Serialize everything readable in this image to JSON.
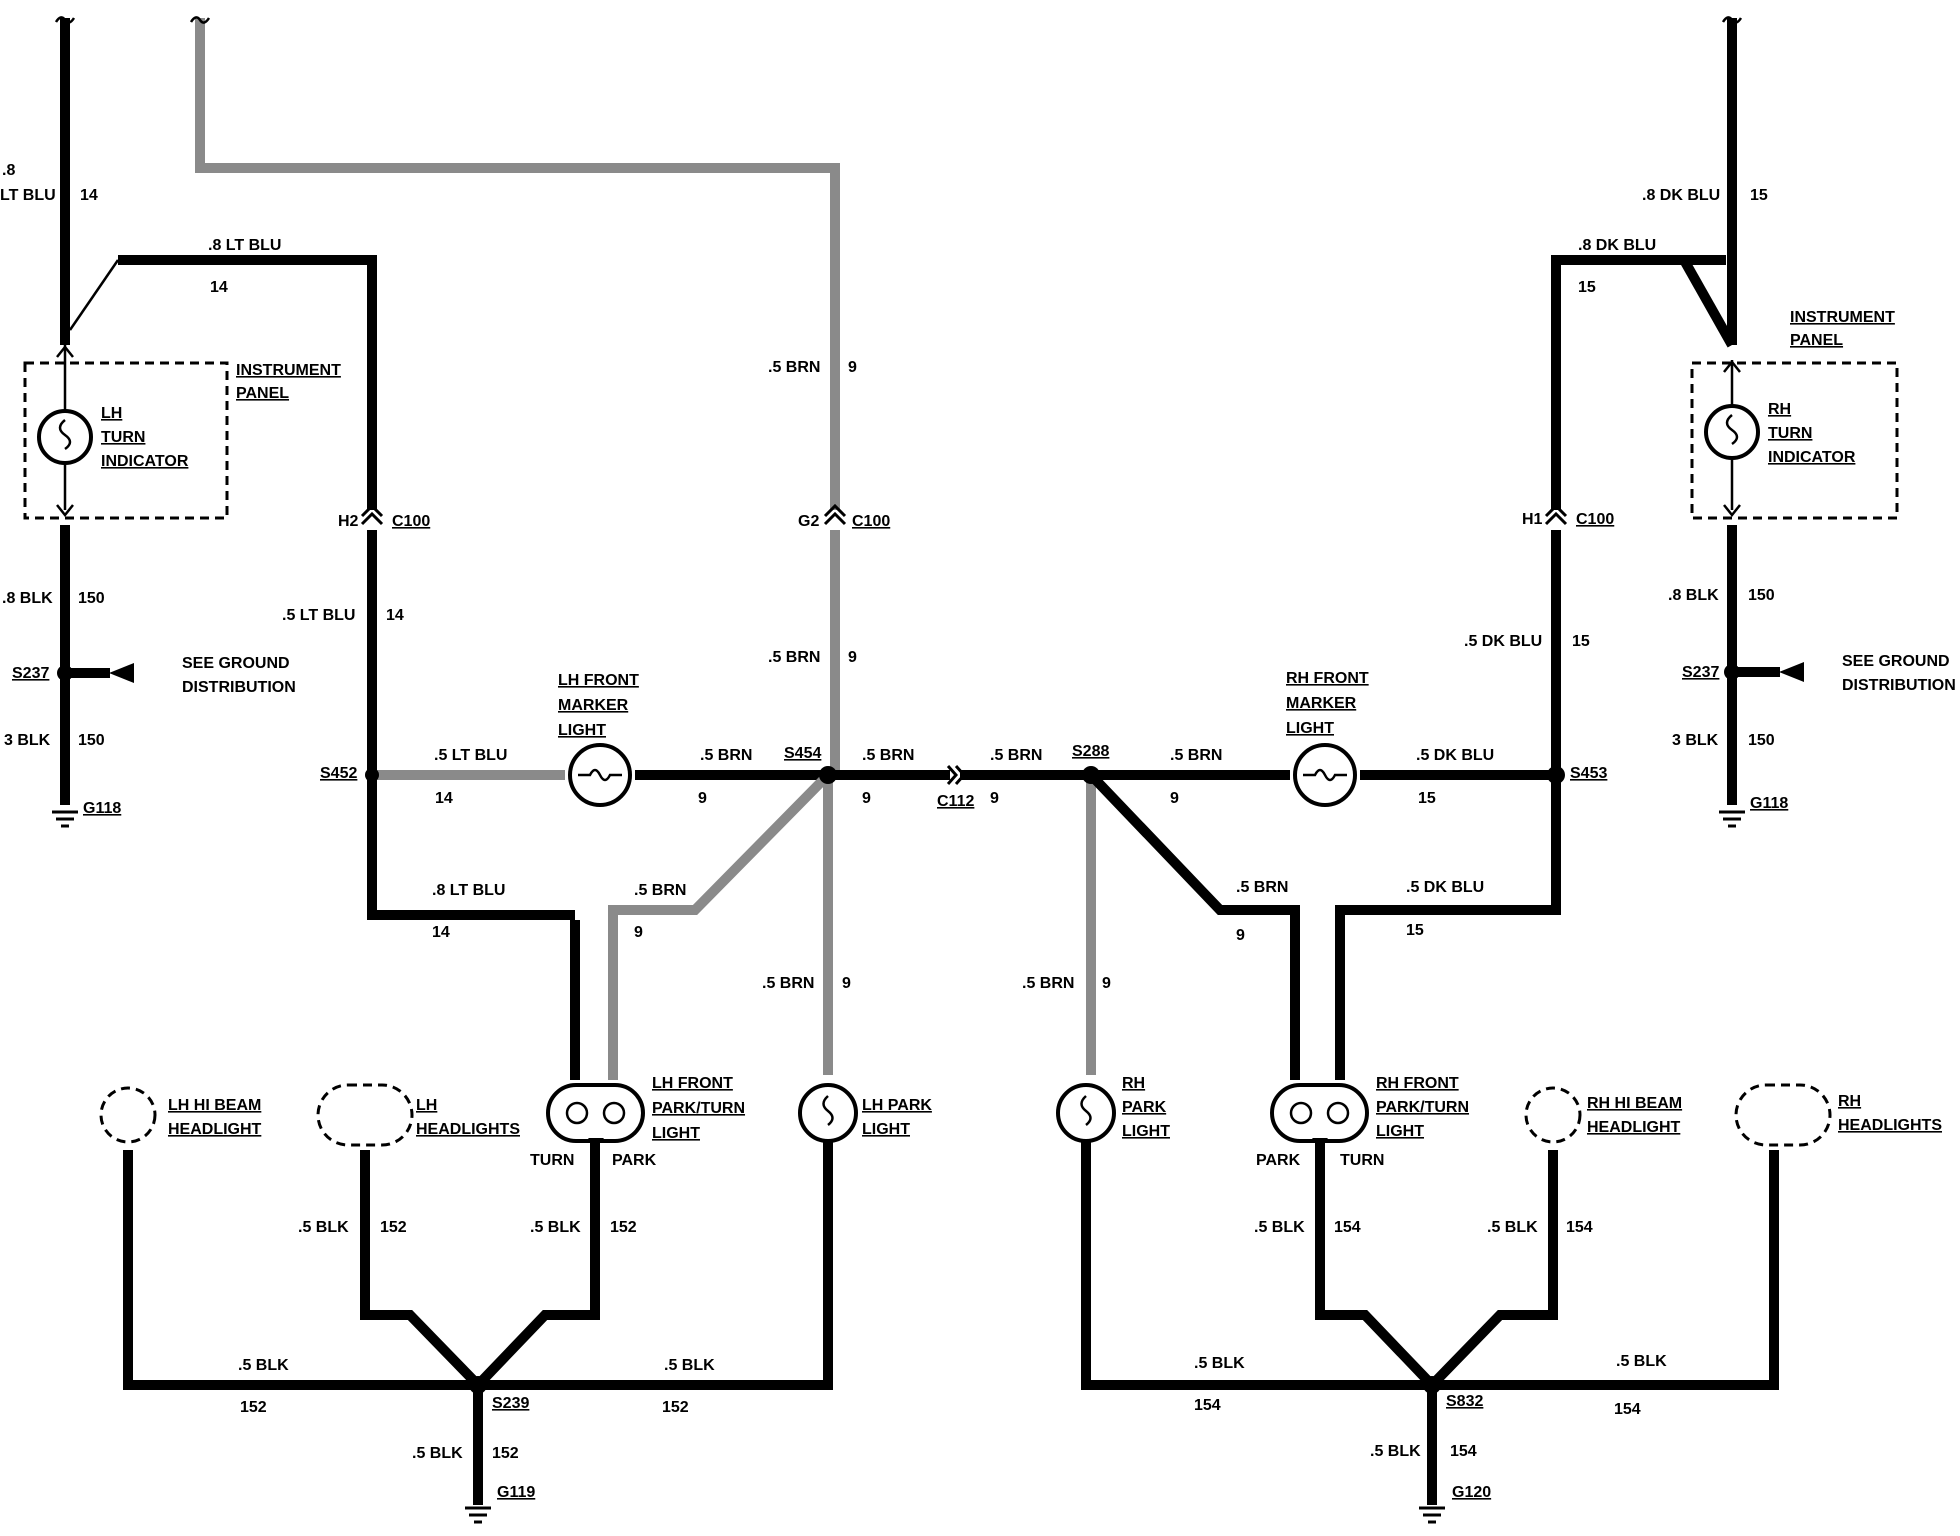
{
  "labels": {
    "lt_blu_14_top_a": ".8",
    "lt_blu_14_top_b": "LT BLU",
    "lt_blu_14_top_n": "14",
    "lt_blu_8_top": ".8 LT BLU",
    "lt_blu_8_top_n": "14",
    "ip_left_1": "INSTRUMENT",
    "ip_left_2": "PANEL",
    "lh_turn_1": "LH",
    "lh_turn_2": "TURN",
    "lh_turn_3": "INDICATOR",
    "blk_150_l": ".8 BLK",
    "blk_150_l_n": "150",
    "s237_l": "S237",
    "see_ground_l_1": "SEE GROUND",
    "see_ground_l_2": "DISTRIBUTION",
    "blk3_l": "3 BLK",
    "blk3_l_n": "150",
    "g118_l": "G118",
    "h2": "H2",
    "c100_l": "C100",
    "lt_blu_5_mid": ".5 LT BLU",
    "lt_blu_5_mid_n": "14",
    "s452": "S452",
    "lt_blu_5_h": ".5 LT BLU",
    "lt_blu_5_h_n": "14",
    "lh_marker_1": "LH FRONT",
    "lh_marker_2": "MARKER",
    "lh_marker_3": "LIGHT",
    "brn_lm": ".5 BRN",
    "brn_lm_n": "9",
    "s454": "S454",
    "brn_top_a": ".5 BRN",
    "brn_top_a_n": "9",
    "g2": "G2",
    "c100_m": "C100",
    "brn_top_b": ".5 BRN",
    "brn_top_b_n": "9",
    "brn_c1": ".5 BRN",
    "brn_c1_n": "9",
    "c112": "C112",
    "brn_c2": ".5 BRN",
    "brn_c2_n": "9",
    "s288": "S288",
    "brn_rm": ".5 BRN",
    "brn_rm_n": "9",
    "rh_marker_1": "RH FRONT",
    "rh_marker_2": "MARKER",
    "rh_marker_3": "LIGHT",
    "dk_blu_5_h": ".5 DK BLU",
    "dk_blu_5_h_n": "15",
    "s453": "S453",
    "lt_blu_8_low": ".8 LT BLU",
    "lt_blu_8_low_n": "14",
    "brn_lpt": ".5 BRN",
    "brn_lpt_n": "9",
    "brn_lp": ".5 BRN",
    "brn_lp_n": "9",
    "brn_rp": ".5 BRN",
    "brn_rp_n": "9",
    "brn_rpt": ".5 BRN",
    "brn_rpt_n": "9",
    "dk_blu_5_low": ".5 DK BLU",
    "dk_blu_5_low_n": "15",
    "dk_blu_8_top_r": ".8 DK BLU",
    "dk_blu_8_top_r_n": "15",
    "dk_blu_8_r2": ".8 DK BLU",
    "dk_blu_8_r2_n": "15",
    "ip_right_1": "INSTRUMENT",
    "ip_right_2": "PANEL",
    "rh_turn_1": "RH",
    "rh_turn_2": "TURN",
    "rh_turn_3": "INDICATOR",
    "h1": "H1",
    "c100_r": "C100",
    "dk_blu_5_mid": ".5 DK BLU",
    "dk_blu_5_mid_n": "15",
    "blk_150_r": ".8 BLK",
    "blk_150_r_n": "150",
    "s237_r": "S237",
    "see_ground_r_1": "SEE GROUND",
    "see_ground_r_2": "DISTRIBUTION",
    "blk3_r": "3 BLK",
    "blk3_r_n": "150",
    "g118_r": "G118",
    "lh_hibeam_1": "LH HI BEAM",
    "lh_hibeam_2": "HEADLIGHT",
    "lh_head_1": "LH",
    "lh_head_2": "HEADLIGHTS",
    "lh_pt_1": "LH FRONT",
    "lh_pt_2": "PARK/TURN",
    "lh_pt_3": "LIGHT",
    "turn_l": "TURN",
    "park_l": "PARK",
    "lh_park_1": "LH PARK",
    "lh_park_2": "LIGHT",
    "rh_park_1": "RH",
    "rh_park_2": "PARK",
    "rh_park_3": "LIGHT",
    "rh_pt_1": "RH FRONT",
    "rh_pt_2": "PARK/TURN",
    "rh_pt_3": "LIGHT",
    "park_r": "PARK",
    "turn_r": "TURN",
    "rh_hibeam_1": "RH HI BEAM",
    "rh_hibeam_2": "HEADLIGHT",
    "rh_head_1": "RH",
    "rh_head_2": "HEADLIGHTS",
    "blk152_a": ".5 BLK",
    "blk152_a_n": "152",
    "blk152_b": ".5 BLK",
    "blk152_b_n": "152",
    "blk152_c": ".5 BLK",
    "blk152_c_n": "152",
    "blk152_d": ".5 BLK",
    "blk152_d_n": "152",
    "s239": "S239",
    "blk152_e": ".5 BLK",
    "blk152_e_n": "152",
    "g119": "G119",
    "blk154_a": ".5 BLK",
    "blk154_a_n": "154",
    "blk154_b": ".5 BLK",
    "blk154_b_n": "154",
    "blk154_c": ".5 BLK",
    "blk154_c_n": "154",
    "blk154_d": ".5 BLK",
    "blk154_d_n": "154",
    "s832": "S832",
    "blk154_e": ".5 BLK",
    "blk154_e_n": "154",
    "g120": "G120"
  }
}
